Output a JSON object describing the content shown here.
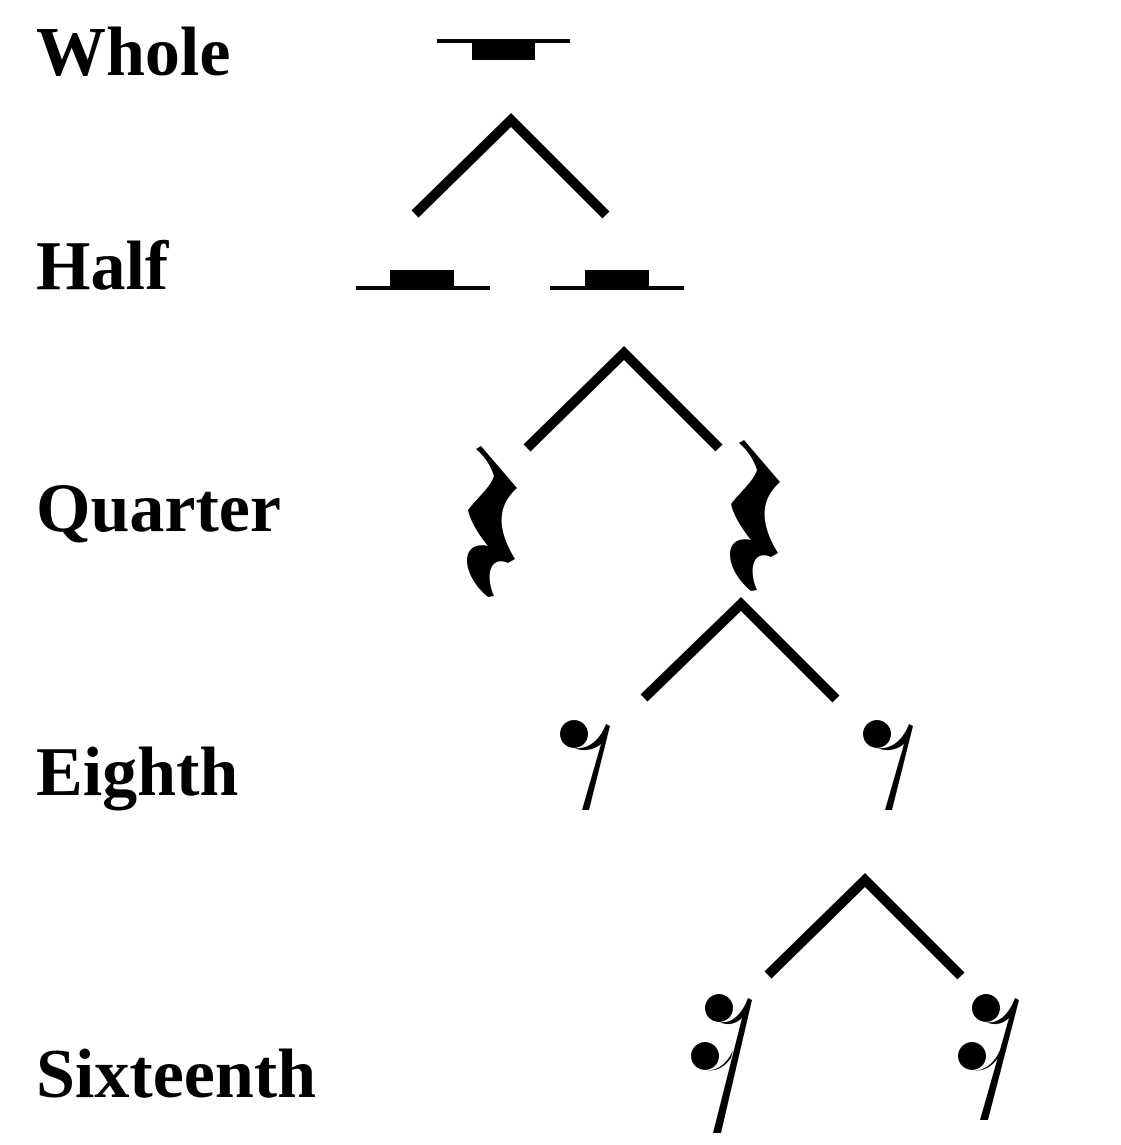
{
  "colors": {
    "ink": "#000000",
    "background": "#ffffff"
  },
  "levels": [
    {
      "label": "Whole",
      "rest": "whole-rest",
      "count": 1
    },
    {
      "label": "Half",
      "rest": "half-rest",
      "count": 2
    },
    {
      "label": "Quarter",
      "rest": "quarter-rest",
      "count": 2
    },
    {
      "label": "Eighth",
      "rest": "eighth-rest",
      "count": 2
    },
    {
      "label": "Sixteenth",
      "rest": "sixteenth-rest",
      "count": 2
    }
  ]
}
